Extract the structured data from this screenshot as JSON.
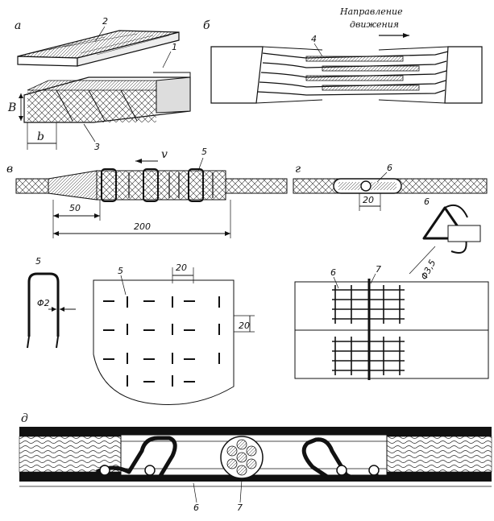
{
  "panels": {
    "a": "а",
    "b": "б",
    "v": "в",
    "g": "г",
    "d": "д"
  },
  "direction": {
    "line1": "Направление",
    "line2": "движения"
  },
  "callouts": {
    "n1": "1",
    "n2": "2",
    "n3": "3",
    "n4": "4",
    "n5": "5",
    "n6": "6",
    "n7": "7"
  },
  "dimensions": {
    "B": "В",
    "b_width": "b",
    "speed": "v",
    "d50": "50",
    "d200": "200",
    "d20a": "20",
    "d20b": "20",
    "d20c": "20",
    "phi2": "Φ2",
    "phi35": "Φ3,5"
  }
}
